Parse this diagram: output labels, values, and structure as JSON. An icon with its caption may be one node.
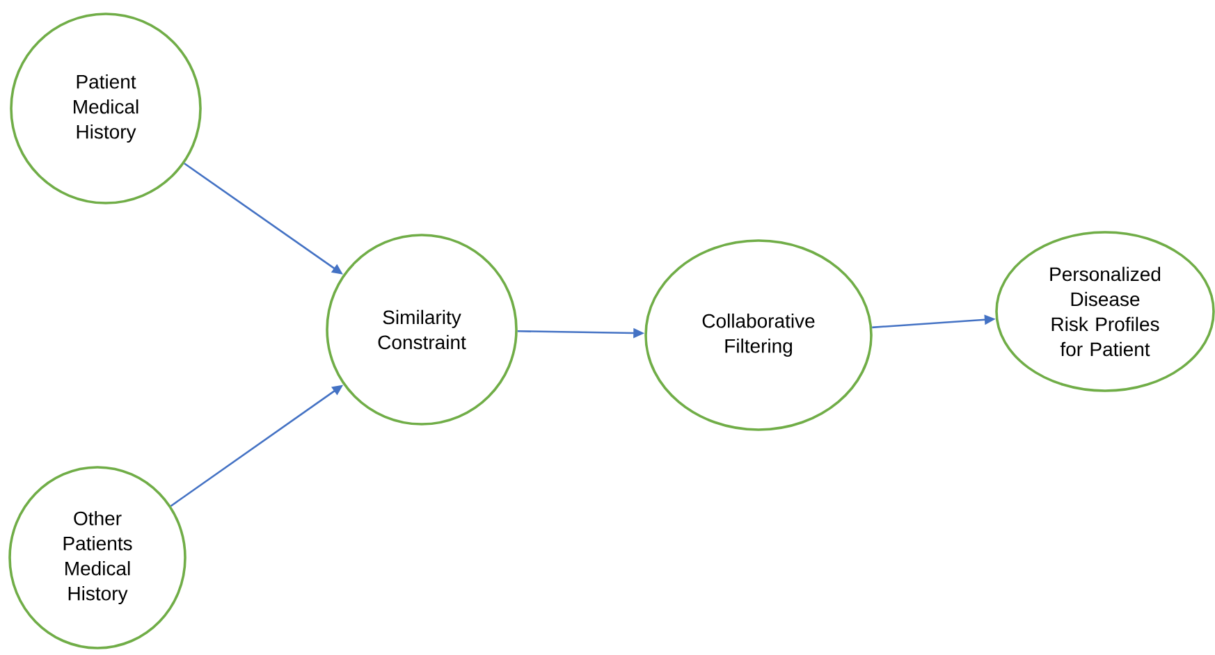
{
  "diagram": {
    "nodes": [
      {
        "text": [
          "Patient Medical History"
        ]
      },
      {
        "text": [
          "Similarity Constraint"
        ]
      },
      {
        "text": [
          "Collaborative Filtering"
        ]
      },
      {
        "text": [
          "Personalized Disease Risk Profiles for Patient"
        ]
      },
      {
        "text": [
          "Other Patients Medical History"
        ]
      }
    ],
    "edges": [
      {
        "from": 0,
        "to": 1,
        "arrow": "to"
      },
      {
        "from": 4,
        "to": 1,
        "arrow": "to"
      },
      {
        "from": 1,
        "to": 2,
        "arrow": "to"
      },
      {
        "from": 2,
        "to": 3,
        "arrow": "to"
      }
    ]
  }
}
